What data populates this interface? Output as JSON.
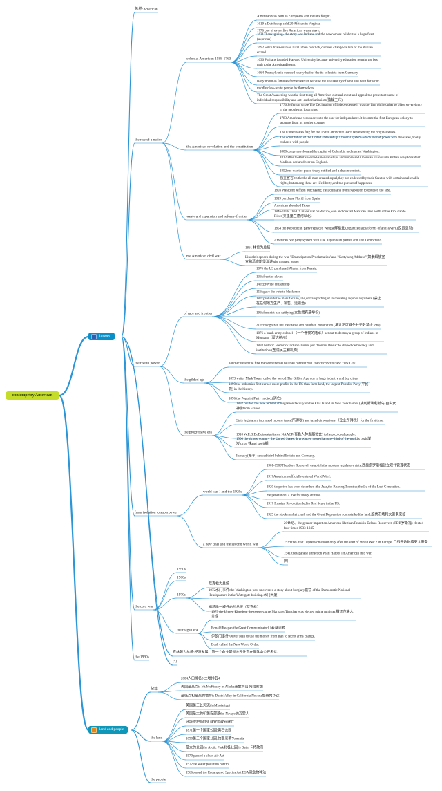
{
  "colors": {
    "history": "#0b8fc9",
    "land": "#0e97b8",
    "root": "#c6dc2a",
    "line": "#2b95d6"
  },
  "root": {
    "label": "contempriry American"
  },
  "categories": [
    {
      "label": "history",
      "icon": "flag-icon"
    },
    {
      "label": "land and people",
      "icon": "flag-icon"
    }
  ],
  "nodes": [
    {
      "text": "总结:American"
    },
    {
      "text": "the rise of a nation"
    },
    {
      "text": "colonial American 1588-1763"
    },
    {
      "text": "American was born as Europeans and Indians fought."
    },
    {
      "text": "1619 a Dutch ship sold 20 African in Virginia."
    },
    {
      "text": "1776 one of every five American was a slave."
    },
    {
      "text": "1621Thanksgiving- the story was Indians and the newcomers celebrated a huge feast. (ukprinus)"
    },
    {
      "text": "1692 witch trials-marked rural urban conflicts,cultures change-failure of the Puritan errand."
    },
    {
      "text": "1636 Puritans founded Harvard University because university education remain the best path to the AmericanDream."
    },
    {
      "text": "1664 Pennsylvania counted nearly half of the its colonists from Germany."
    },
    {
      "text": "Baby boom as families formed earlier because the availability of land and need for labor."
    },
    {
      "text": "middle class-white people by themselves."
    },
    {
      "text": "The Great Awakening was the first thing all American cultural event and appeal the protestant sense of individual responsibility and anti-authoritarianism(独裁主义)"
    },
    {
      "text": "the American revolution and the constitution"
    },
    {
      "text": "1776 Jefferson wrote The Declaration of Independence,it was the first philosopher to place sovereignty in the people,not lost rights."
    },
    {
      "text": "1783 Americans was success to the war for independence.It became the first European colony to separate from its mother country."
    },
    {
      "text": "The United states flag for the 13 red and white ,each representing the original states."
    },
    {
      "text": "The constitution of the United statesset up a federal system-which shared power with the states,finally it shared with people."
    },
    {
      "text": "1800 congress relocatedthe capital of Columbia and named Washington."
    },
    {
      "text": "1812 after theBritishseizedAmerican ships and impressedAmerican sailors into British navy.President Madison declared war on England."
    },
    {
      "text": "1852 me war the peace treaty ratified and a drawn contest."
    },
    {
      "text": "独立宣言 truth: the all men created equal,they are endowed by their Creator with certain unalienable rights,that among these are life,liberty,and the pursuit of happiness."
    },
    {
      "text": "westward expansion and reform=frontier"
    },
    {
      "text": "1803 President Jeffson purchasing the Louisiana from Napoleon to doubled the size."
    },
    {
      "text": "1819 purchase Florid from Spain."
    },
    {
      "text": "American absorbed Texas"
    },
    {
      "text": "1846-1848 The US made war onMexico,won andtook all Mexican land north of the RioGrande River(美墨里兰德河以北)"
    },
    {
      "text": "1854 the Republican party replaced Whigs(辉格党),organized a platforms of antislavery.(反奴隶制)"
    },
    {
      "text": "American two party system with The Republican parties and The Democratic."
    },
    {
      "text": "me American civil war"
    },
    {
      "text": "1861 林肯为总统"
    },
    {
      "text": "Lincoln's speech during the war-\"Emancipation Proclamation\"and \"Gettybang Address\"(奴隶解放宣言和葛底斯堡演讲)the greatest leader"
    },
    {
      "text": "the rise to power"
    },
    {
      "text": "of race and frontier"
    },
    {
      "text": "1876 the US purchased Alaska from Russia."
    },
    {
      "text": "13th:free the slaves"
    },
    {
      "text": "14th:provide citizenship"
    },
    {
      "text": "15th:gave the vote to black men"
    },
    {
      "text": "18th:prohibits the manufacture,sale,or transporting of intoxicating liquors anywhere.(禁止在任何地方生产、销售、运输酒)"
    },
    {
      "text": "19th:feminist had ratifying(女性拥有选举权)"
    },
    {
      "text": "21th:recognized the inevitable and nullified Prohibition.(承认不可避免并无效禁止18th)"
    },
    {
      "text": "1876 a brash army colonel （一个傲慢的陆军）set out to destroy a group of Indians in Montana（蒙达纳州）"
    },
    {
      "text": "1893 historic FrederickJackson Turner put \"frontier thesis\" to shaped democracy and institutions(塑造民主和机构)"
    },
    {
      "text": "the gilded age"
    },
    {
      "text": "1869 achieved the first transcontinental railroad connect San Francisco with New York City."
    },
    {
      "text": "1873 writer Mark Twain called the period The Gilded Age due to huge industry and big cities."
    },
    {
      "text": "1890 the industries first earned more profits in the US than farm land, the largest Populist Party(平民党) in the history."
    },
    {
      "text": "1896 the Populist Party in died.(消亡)"
    },
    {
      "text": "the progressive era"
    },
    {
      "text": "1892 builted the new federal immigration facility on the Ellis Island in New York harbor.(埃利斯埃利斯岛)自由女神像from France"
    },
    {
      "text": "State legislators increased income taxes(所得税) and taxed cirporations （企业所得税）for the first time."
    },
    {
      "text": "1910 W.E.B.DuBois established NAACP(有色人种发展协会) to help colored people."
    },
    {
      "text": "1900 the richest country the United States. It produced more than one-third of the world's coal(煤炭),iron 铁and steel(钢"
    },
    {
      "text": "Its navy(海军) ranked third behind Britain and Germany."
    },
    {
      "text": "from isolation to superpower"
    },
    {
      "text": "world war I and the 1920s"
    },
    {
      "text": "1901-1909Theodore Roosevelt establish the modern regulatory state.西奥多罗斯福建立现代管理状态"
    },
    {
      "text": "1917Americans officially entered World WarI."
    },
    {
      "text": "1920 theperiod has been described :the Jazz,the Roaring Twenties,theEra of the Lost Generation."
    },
    {
      "text": "me generation: a live for today attitude."
    },
    {
      "text": "1917 Russian Revolution led to Red Scare in the US."
    },
    {
      "text": "1929 the stock market crash and the Great Depression soon stalkedthe land.股票市场和大萧条来临"
    },
    {
      "text": "a new deal and the second world war"
    },
    {
      "text": "20世纪、the greater impact on American life than Franklin Delano Roosevelt. (FDR罗斯福) elected four times 1933-1945"
    },
    {
      "text": "1939 theGreat Depression ended only after the start of World War 2 in Europe. 二战开始时结束大萧条"
    },
    {
      "text": "1941 theJapanese attract on Pearl Harbor let American into war."
    },
    {
      "text": "[8]"
    },
    {
      "text": "the cold war"
    },
    {
      "text": "1950s"
    },
    {
      "text": "1960s"
    },
    {
      "text": "1970s"
    },
    {
      "text": "尼克松为总统"
    },
    {
      "text": "1972水门事件:the Washington post uncovered a story about burglary偷窃 of the Democratic National Headquarters in the Watergate building.水门大厦"
    },
    {
      "text": "福特唯一被任命的总统（尼克松）"
    },
    {
      "text": "the reagan era"
    },
    {
      "text": "1979 the United Kingdom the conservative Margaret Thatcher was elected prime minister.撒切尔夫人总理"
    },
    {
      "text": "Ronald Reagan:the Great Communicator口若悬河者"
    },
    {
      "text": "伊朗门事件:Oliver plan to use the money from Iran to secret arms change."
    },
    {
      "text": "Bush called the New World Order."
    },
    {
      "text": "the 1990s"
    },
    {
      "text": "克林顿为总统:经济发展，第一个命令部是公民性恋在军队中公开者化"
    },
    {
      "text": "[9]"
    },
    {
      "text": "总结"
    },
    {
      "text": "2004人口排名3 土地排名4"
    },
    {
      "text": "美国最高点is Mt.McKinsey in Alaska麦金利山 阿拉斯加"
    },
    {
      "text": "最低点和最热的地方is DeathValley in California Nevada加州内华达"
    },
    {
      "text": "the land"
    },
    {
      "text": "美国第三长河流theMississippi"
    },
    {
      "text": "美国最大的印第安部落the Navajo纳瓦霍人"
    },
    {
      "text": "环境保护局EPA 就党拉政府建立"
    },
    {
      "text": "1871第一个国家公园:黄石公园"
    },
    {
      "text": "1890第二个国家公园:约塞米蒂Yosemite"
    },
    {
      "text": "最大的公园the Arctic Park北极公园 is Gates卡特政府"
    },
    {
      "text": "1970 passed a clean Air Act"
    },
    {
      "text": "1972the water pollution control"
    },
    {
      "text": "1966passed the Endangered Species Act ESA濒危物种法"
    },
    {
      "text": "the people"
    }
  ]
}
